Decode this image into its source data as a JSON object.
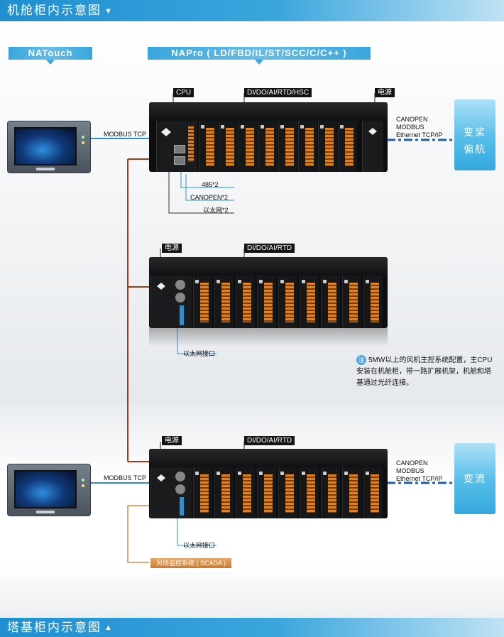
{
  "banners": {
    "top": "机舱柜内示意图",
    "bottom": "塔基柜内示意图"
  },
  "tags": {
    "natouch": "NATouch",
    "napro": "NAPro ( LD/FBD/IL/ST/SCC/C/C++ )"
  },
  "top_rack": {
    "cpu_label": "CPU",
    "io_label": "DI/DO/AI/RTD/HSC",
    "power_label": "电源",
    "hmi_link": "MODBUS TCP",
    "ports": [
      "485*2",
      "CANOPEN*2",
      "以太网*2"
    ],
    "protocols": "CANOPEN\nMODBUS\nEthernet TCP/IP",
    "target": [
      "变桨",
      "偏航"
    ]
  },
  "mid_rack": {
    "power_label": "电源",
    "io_label": "DI/DO/AI/RTD",
    "eth_label": "以太网接口",
    "note_icon": "注",
    "note": "5MW以上的风机主控系统配置，主CPU安装在机舱柜，带一路扩展机架，机舱和塔基通过光纤连接。"
  },
  "bottom_rack": {
    "power_label": "电源",
    "io_label": "DI/DO/AI/RTD",
    "hmi_link": "MODBUS TCP",
    "eth_label": "以太网接口",
    "scada_label": "风场监控系统 ( SCADA )",
    "protocols": "CANOPEN\nMODBUS\nEthernet TCP/IP",
    "target": "变流"
  },
  "colors": {
    "banner_blue": "#2a9ad6",
    "link_blue": "#2a90d0",
    "link_red": "#a33a1e",
    "link_orange": "#d08a48",
    "terminal_orange": "#e0801e"
  }
}
